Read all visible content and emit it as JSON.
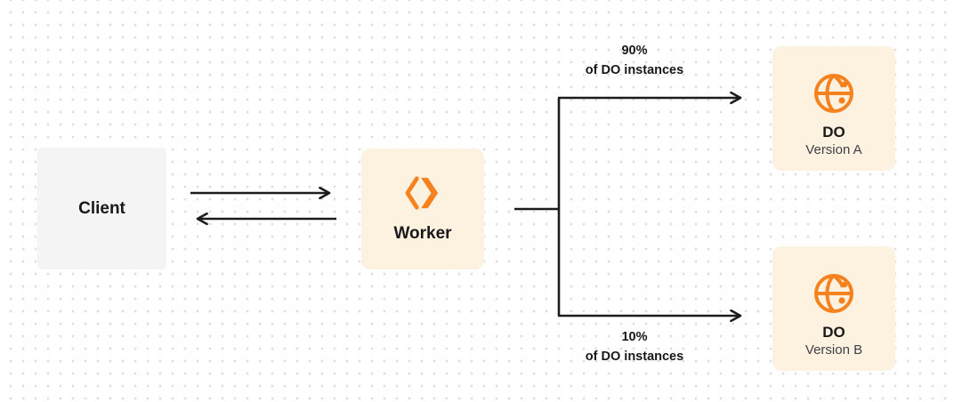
{
  "colors": {
    "background": "#ffffff",
    "dot": "#dcdce1",
    "client_box_bg": "#f4f4f5",
    "panel_bg": "#fdf1e0",
    "orange": "#f6821f",
    "line": "#1c1c1e",
    "text": "#18181b",
    "subtext": "#3f3f46"
  },
  "nodes": {
    "client": {
      "label": "Client"
    },
    "worker": {
      "label": "Worker",
      "icon": "workers-icon"
    },
    "do_a": {
      "title": "DO",
      "subtitle": "Version A",
      "icon": "globe-icon"
    },
    "do_b": {
      "title": "DO",
      "subtitle": "Version B",
      "icon": "globe-icon"
    }
  },
  "edges": {
    "top": {
      "percent": "90%",
      "text": "of DO instances"
    },
    "bottom": {
      "percent": "10%",
      "text": "of DO instances"
    }
  }
}
